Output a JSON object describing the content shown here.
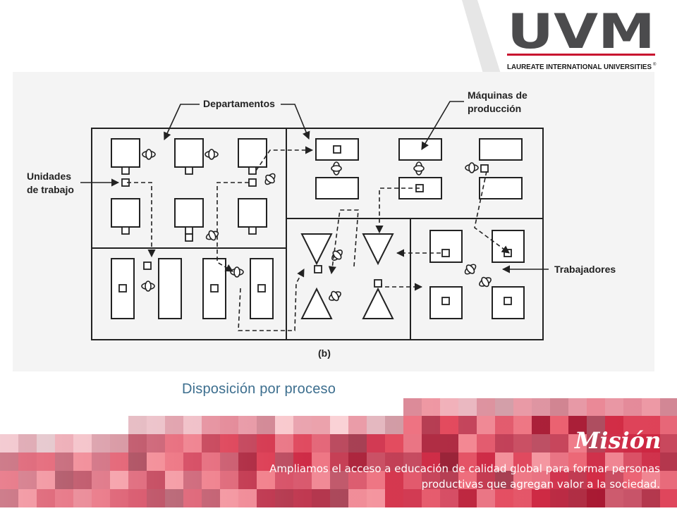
{
  "logo": {
    "brand": "UVM",
    "tagline": "LAUREATE INTERNATIONAL UNIVERSITIES",
    "tagline_mark": "®"
  },
  "diagram": {
    "labels": {
      "departamentos": "Departamentos",
      "maquinas_line1": "Máquinas de",
      "maquinas_line2": "producción",
      "unidades_line1": "Unidades",
      "unidades_line2": "de trabajo",
      "trabajadores": "Trabajadores",
      "figure_marker": "(b)"
    }
  },
  "caption": "Disposición por proceso",
  "mision": {
    "title": "Misión",
    "line1": "Ampliamos el acceso a educación de calidad global para formar personas",
    "line2": "productivas que agregan valor a la sociedad."
  },
  "colors": {
    "brand_gray": "#4b4b4d",
    "brand_red": "#c8102e",
    "caption": "#3c6e8e"
  }
}
